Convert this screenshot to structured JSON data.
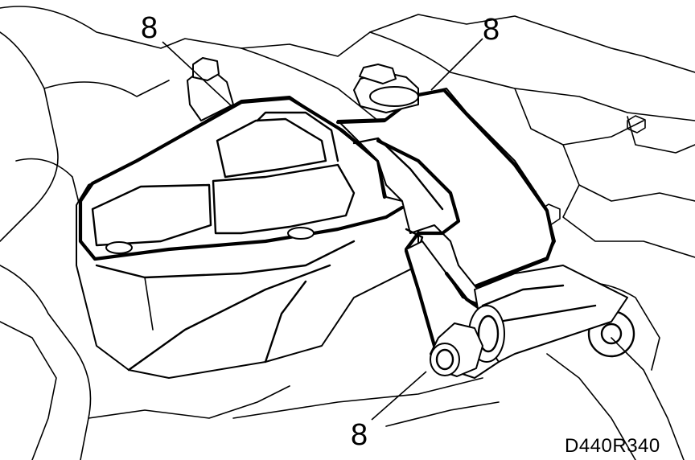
{
  "callouts": [
    {
      "id": "left-top",
      "text": "8"
    },
    {
      "id": "right-top",
      "text": "8"
    },
    {
      "id": "bottom",
      "text": "8"
    }
  ],
  "figure_id": "D440R340",
  "colors": {
    "ink": "#000000",
    "paper": "#ffffff"
  }
}
